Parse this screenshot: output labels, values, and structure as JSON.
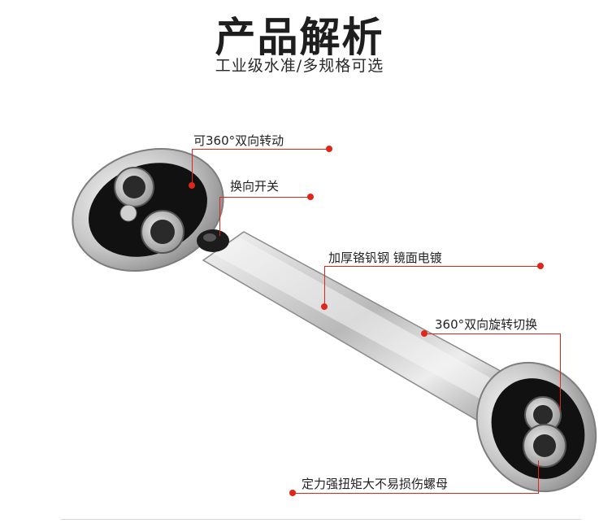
{
  "header": {
    "title": "产品解析",
    "subtitle": "工业级水准/多规格可选"
  },
  "callouts": {
    "rotate": "可360°双向转动",
    "switch": "换向开关",
    "steel": "加厚铬钒钢 镜面电镀",
    "swap": "360°双向旋转切换",
    "torque": "定力强扭矩大不易损伤螺母"
  },
  "colors": {
    "accent": "#e0251b",
    "chrome": "#c8c8c8",
    "dark": "#1a1a1a"
  }
}
